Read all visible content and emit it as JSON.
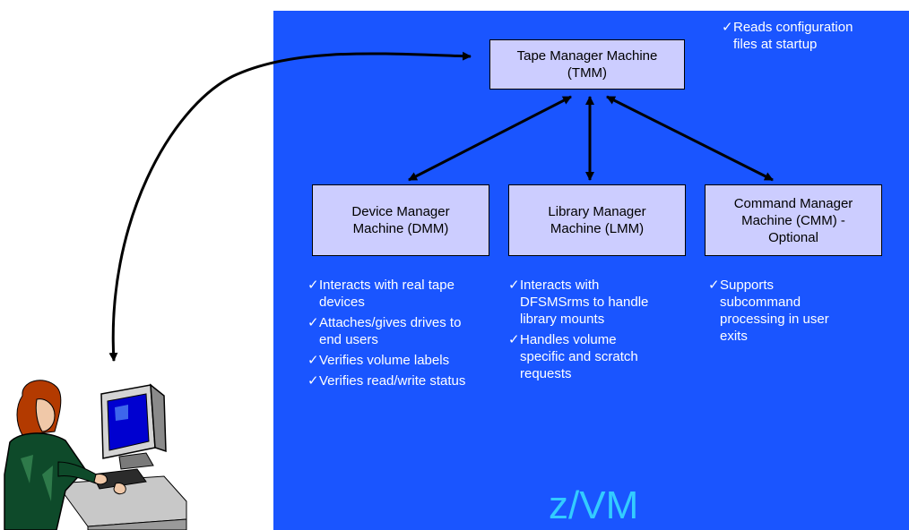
{
  "boxes": {
    "tmm": "Tape Manager Machine\n(TMM)",
    "dmm": "Device Manager\nMachine (DMM)",
    "lmm": "Library Manager\nMachine (LMM)",
    "cmm": "Command Manager\nMachine (CMM) -\nOptional"
  },
  "check_glyph": "✓",
  "notes": {
    "tmm": [
      "Reads configuration files at startup"
    ],
    "dmm": [
      "Interacts with real tape devices",
      "Attaches/gives drives to end users",
      "Verifies volume labels",
      "Verifies read/write status"
    ],
    "lmm": [
      "Interacts with DFSMSrms to handle library mounts",
      "Handles volume specific and scratch requests"
    ],
    "cmm": [
      "Supports subcommand processing in user exits"
    ]
  },
  "platform_label": "z/VM",
  "colors": {
    "panel": "#1a55ff",
    "box": "#cccdff",
    "platform_text": "#33ccff"
  }
}
